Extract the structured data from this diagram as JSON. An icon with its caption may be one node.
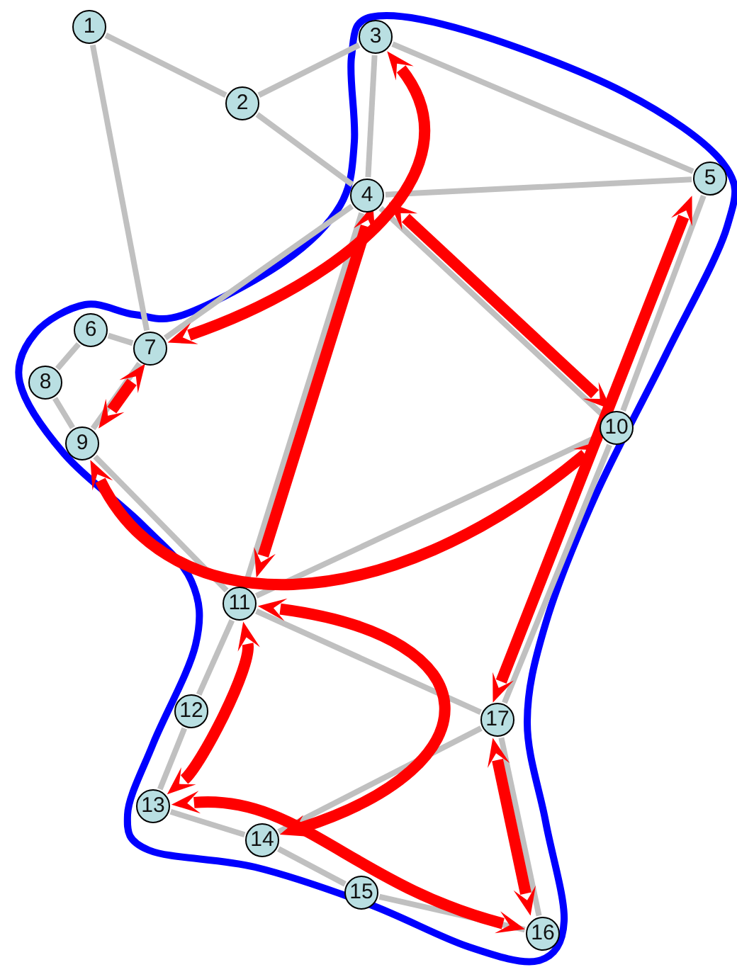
{
  "diagram": {
    "nodes": [
      {
        "text": [
          "1"
        ]
      },
      {
        "text": [
          "2"
        ]
      },
      {
        "text": [
          "3"
        ]
      },
      {
        "text": [
          "4"
        ]
      },
      {
        "text": [
          "5"
        ]
      },
      {
        "text": [
          "6"
        ]
      },
      {
        "text": [
          "7"
        ]
      },
      {
        "text": [
          "8"
        ]
      },
      {
        "text": [
          "9"
        ]
      },
      {
        "text": [
          "10"
        ]
      },
      {
        "text": [
          "11"
        ]
      },
      {
        "text": [
          "12"
        ]
      },
      {
        "text": [
          "13"
        ]
      },
      {
        "text": [
          "14"
        ]
      },
      {
        "text": [
          "15"
        ]
      },
      {
        "text": [
          "16"
        ]
      },
      {
        "text": [
          "17"
        ]
      }
    ],
    "edges": [
      {
        "from": 0,
        "to": 1,
        "arrow": "none"
      },
      {
        "from": 0,
        "to": 6,
        "arrow": "none"
      },
      {
        "from": 1,
        "to": 2,
        "arrow": "none"
      },
      {
        "from": 1,
        "to": 3,
        "arrow": "none"
      },
      {
        "from": 2,
        "to": 3,
        "arrow": "none"
      },
      {
        "from": 2,
        "to": 4,
        "arrow": "none"
      },
      {
        "from": 3,
        "to": 4,
        "arrow": "none"
      },
      {
        "from": 3,
        "to": 6,
        "arrow": "none"
      },
      {
        "from": 3,
        "to": 10,
        "arrow": "none"
      },
      {
        "from": 3,
        "to": 9,
        "arrow": "none"
      },
      {
        "from": 4,
        "to": 9,
        "arrow": "none"
      },
      {
        "from": 5,
        "to": 6,
        "arrow": "none"
      },
      {
        "from": 5,
        "to": 7,
        "arrow": "none"
      },
      {
        "from": 7,
        "to": 8,
        "arrow": "none"
      },
      {
        "from": 6,
        "to": 8,
        "arrow": "none"
      },
      {
        "from": 8,
        "to": 10,
        "arrow": "none"
      },
      {
        "from": 9,
        "to": 10,
        "arrow": "none"
      },
      {
        "from": 9,
        "to": 16,
        "arrow": "none"
      },
      {
        "from": 10,
        "to": 11,
        "arrow": "none"
      },
      {
        "from": 11,
        "to": 12,
        "arrow": "none"
      },
      {
        "from": 10,
        "to": 16,
        "arrow": "none"
      },
      {
        "from": 16,
        "to": 13,
        "arrow": "none"
      },
      {
        "from": 12,
        "to": 13,
        "arrow": "none"
      },
      {
        "from": 13,
        "to": 14,
        "arrow": "none"
      },
      {
        "from": 14,
        "to": 15,
        "arrow": "none"
      },
      {
        "from": 15,
        "to": 16,
        "arrow": "none"
      },
      {
        "from": 6,
        "to": 2,
        "arrow": "both",
        "style": "thick",
        "color": "#ff0000"
      },
      {
        "from": 6,
        "to": 8,
        "arrow": "both",
        "style": "thick",
        "color": "#ff0000"
      },
      {
        "from": 3,
        "to": 9,
        "arrow": "both",
        "style": "thick",
        "color": "#ff0000"
      },
      {
        "from": 3,
        "to": 10,
        "arrow": "both",
        "style": "thick",
        "color": "#ff0000"
      },
      {
        "from": 8,
        "to": 9,
        "arrow": "both",
        "style": "thick",
        "color": "#ff0000"
      },
      {
        "from": 4,
        "to": 16,
        "arrow": "both",
        "style": "thick",
        "color": "#ff0000"
      },
      {
        "from": 10,
        "to": 12,
        "arrow": "both",
        "style": "thick",
        "color": "#ff0000"
      },
      {
        "from": 10,
        "to": 13,
        "arrow": "both",
        "style": "thick",
        "color": "#ff0000"
      },
      {
        "from": 12,
        "to": 15,
        "arrow": "both",
        "style": "thick",
        "color": "#ff0000"
      },
      {
        "from": 16,
        "to": 15,
        "arrow": "both",
        "style": "thick",
        "color": "#ff0000"
      }
    ]
  }
}
